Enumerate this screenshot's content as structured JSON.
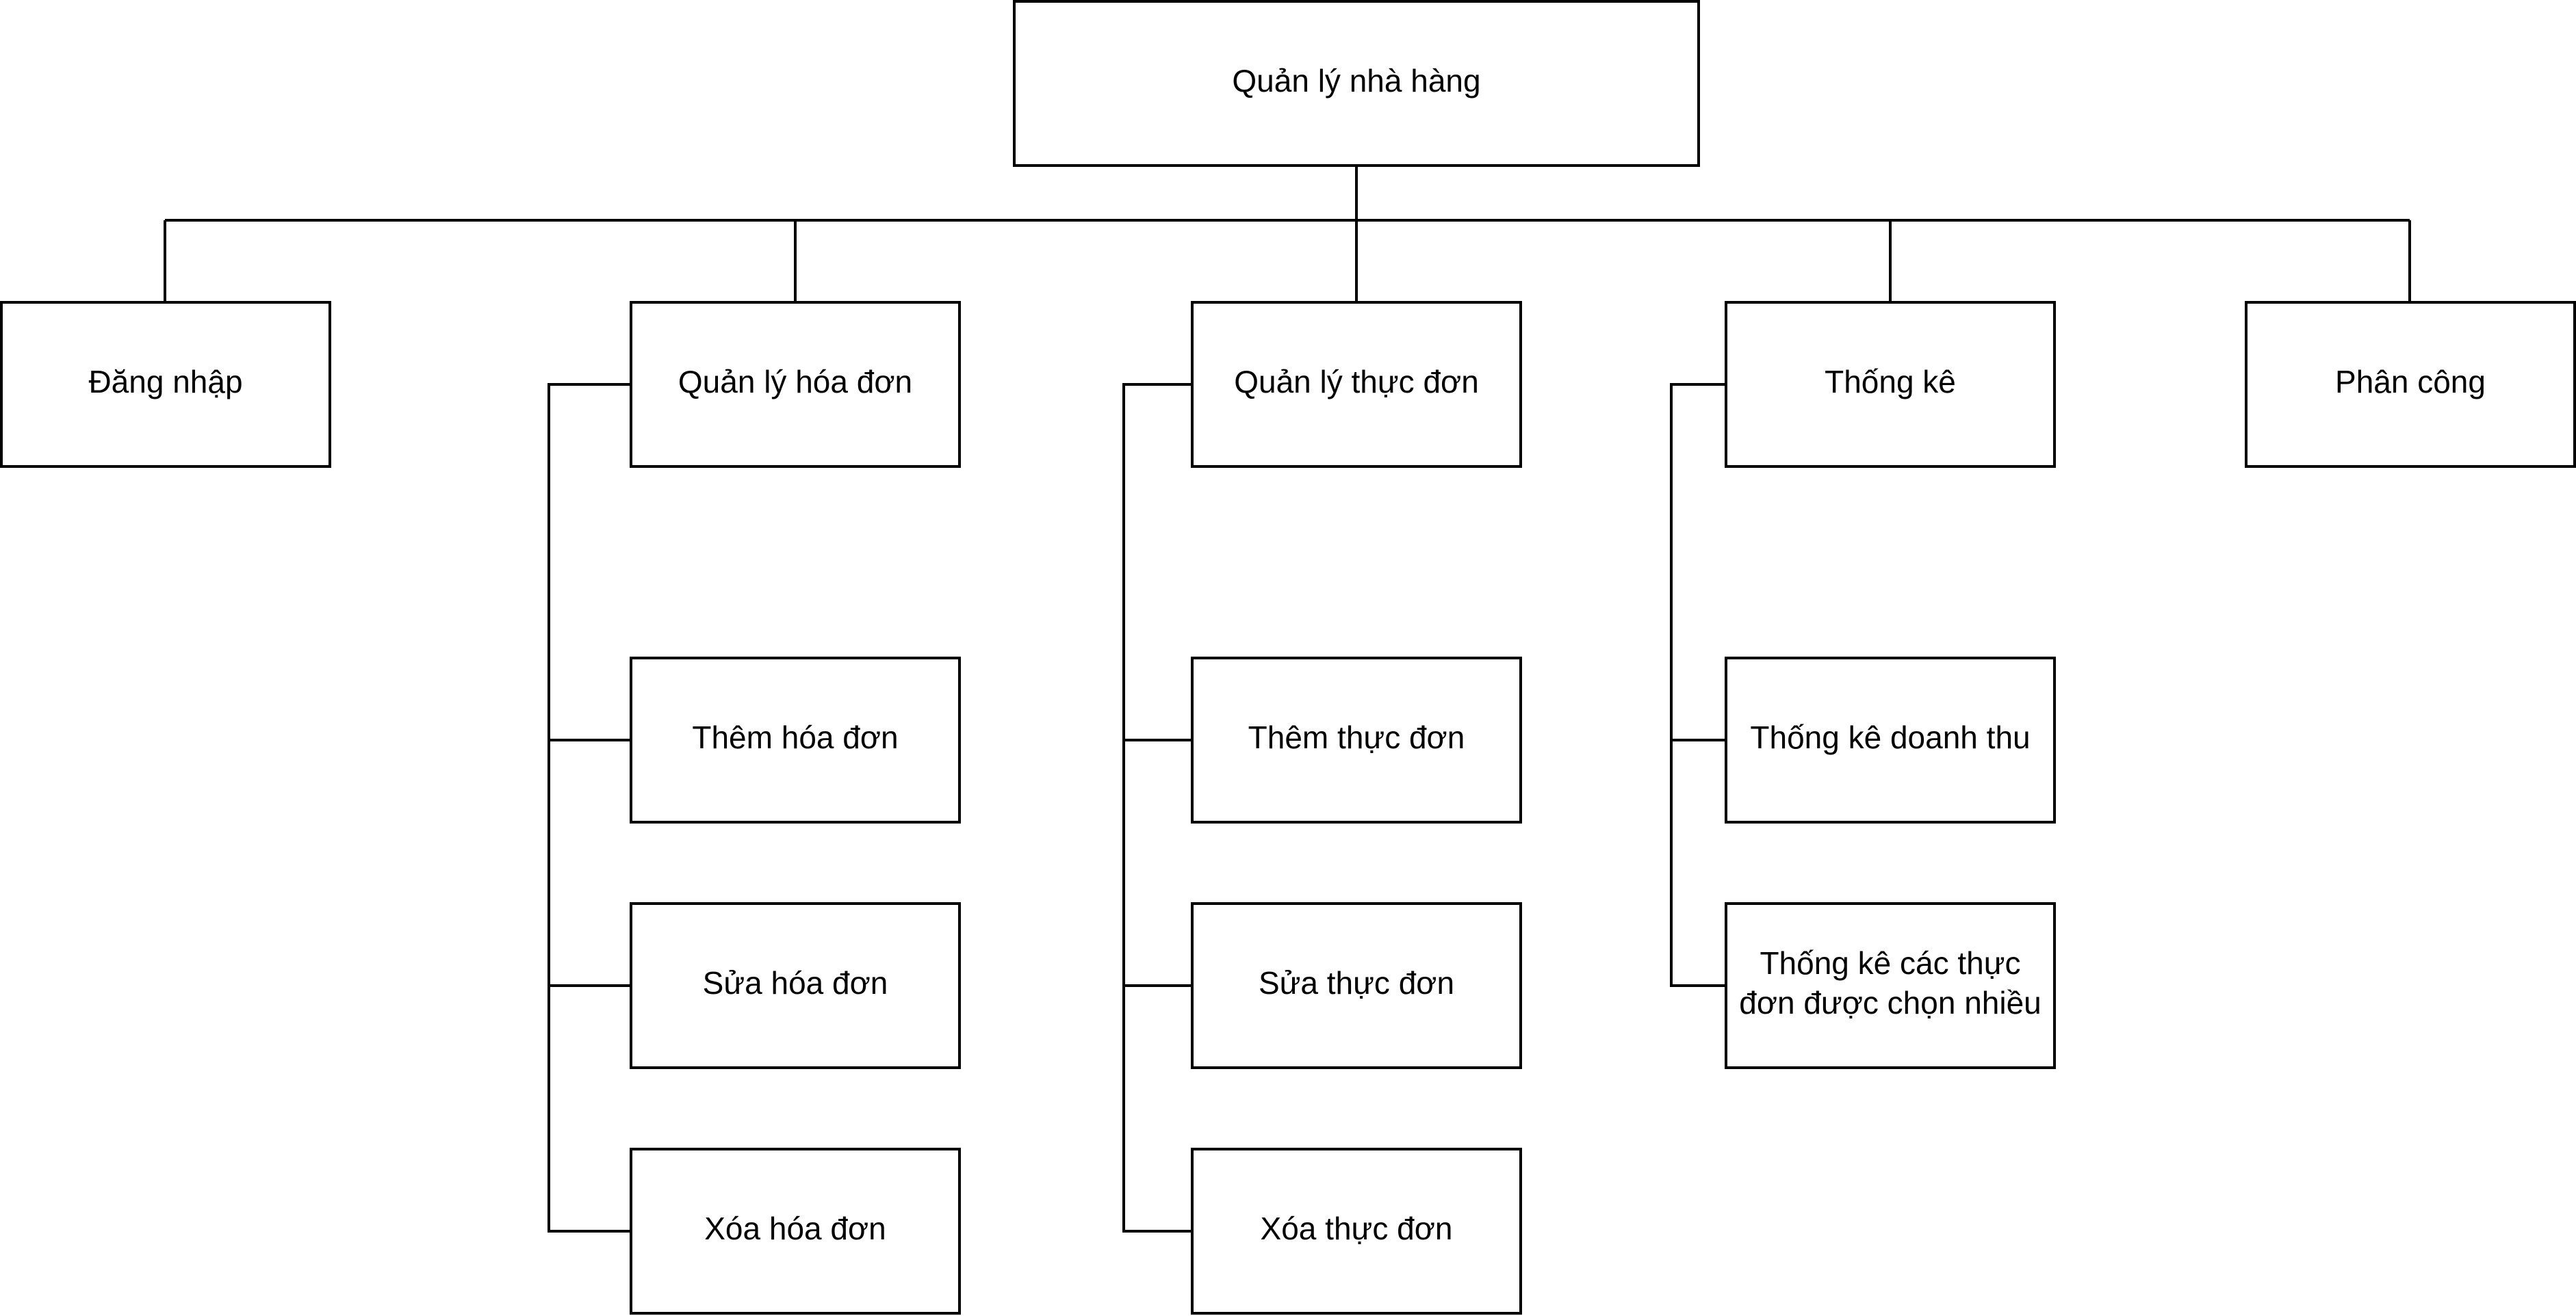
{
  "diagram": {
    "root": "Quản lý nhà hàng",
    "login": "Đăng nhập",
    "invoice": {
      "title": "Quản lý hóa đơn",
      "add": "Thêm hóa đơn",
      "edit": "Sửa hóa đơn",
      "delete": "Xóa hóa đơn"
    },
    "menu": {
      "title": "Quản lý thực đơn",
      "add": "Thêm thực đơn",
      "edit": "Sửa thực đơn",
      "delete": "Xóa thực đơn"
    },
    "stats": {
      "title": "Thống kê",
      "revenue": "Thống kê doanh thu",
      "popular_line1": "Thống kê các thực",
      "popular_line2": "đơn được chọn nhiều"
    },
    "assignment": "Phân công"
  }
}
